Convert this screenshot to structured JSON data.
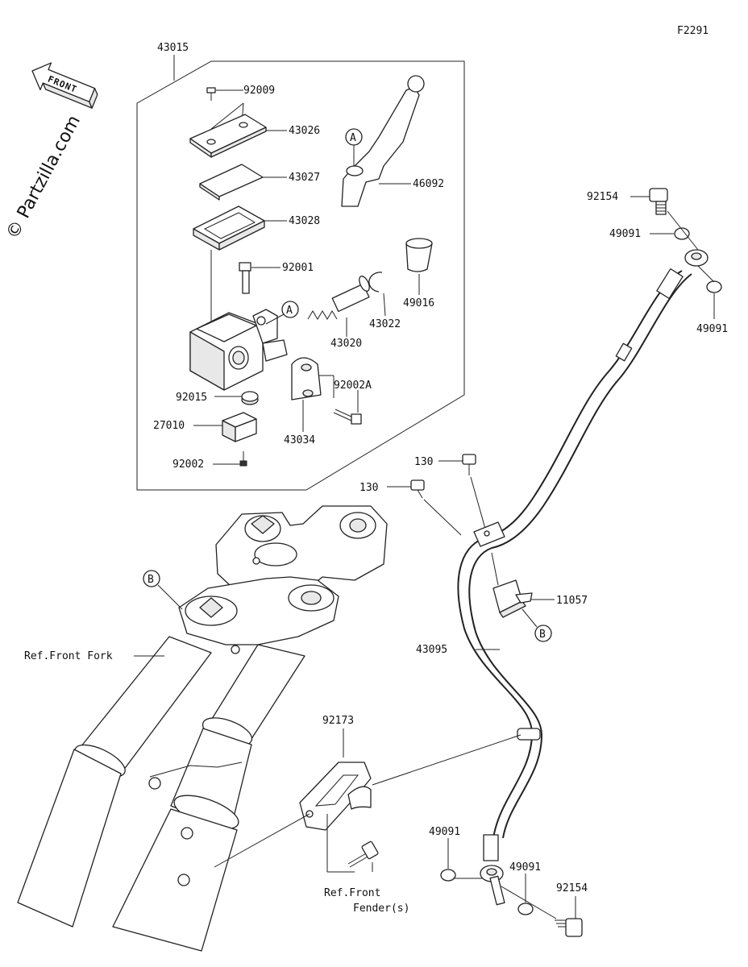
{
  "figure_code": "F2291",
  "front_label": "FRONT",
  "watermark": "© Partzilla.com",
  "callouts": {
    "a": "A",
    "b": "B"
  },
  "part_numbers": {
    "p43015": "43015",
    "p92009": "92009",
    "p43026": "43026",
    "p43027": "43027",
    "p43028": "43028",
    "p46092": "46092",
    "p92001": "92001",
    "p49016": "49016",
    "p43022": "43022",
    "p43020": "43020",
    "p92002A": "92002A",
    "p92015": "92015",
    "p27010": "27010",
    "p43034": "43034",
    "p92002": "92002",
    "p92154_top": "92154",
    "p49091_top1": "49091",
    "p49091_top2": "49091",
    "p130_a": "130",
    "p130_b": "130",
    "p11057": "11057",
    "p43095": "43095",
    "p92173": "92173",
    "p49091_bot1": "49091",
    "p49091_bot2": "49091",
    "p92154_bot": "92154"
  },
  "references": {
    "front_fork": "Ref.Front Fork",
    "front_fender_line1": "Ref.Front",
    "front_fender_line2": "Fender(s)"
  }
}
